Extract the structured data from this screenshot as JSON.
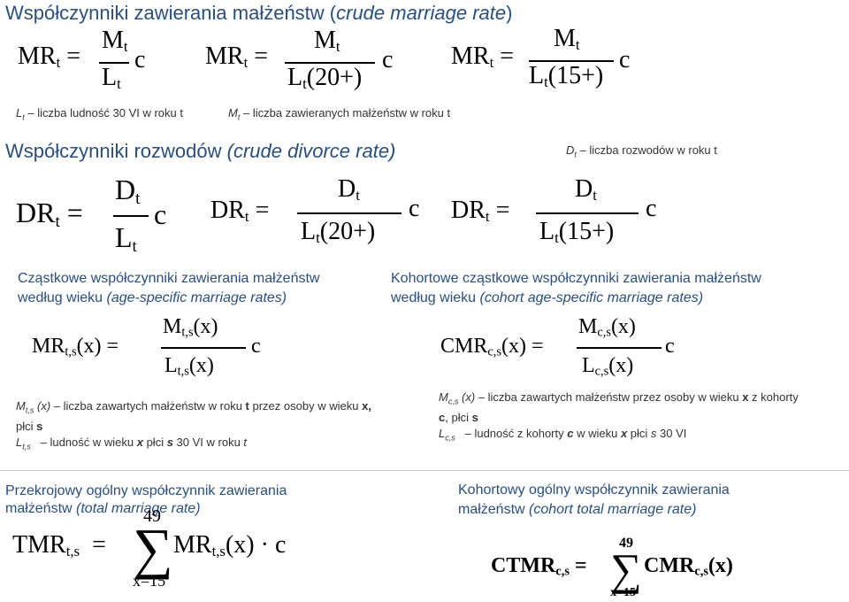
{
  "sections": {
    "marriage_title_plain": "Współczynniki zawierania małżeństw (",
    "marriage_title_italic": "crude marriage rate",
    "marriage_title_end": ")",
    "divorce_title_plain": "Współczynniki rozwodów ",
    "divorce_title_italic": "(crude divorce rate)",
    "age_title_line1": "Cząstkowe współczynniki zawierania małżeństw",
    "age_title_line2_plain": "według wieku ",
    "age_title_line2_italic": "(age-specific marriage rates)",
    "cohort_title_line1": "Kohortowe cząstkowe współczynniki zawierania małżeństw",
    "cohort_title_line2_plain": "według wieku ",
    "cohort_title_line2_italic": "(cohort age-specific marriage rates)",
    "tmr_title_line1": "Przekrojowy ogólny współczynnik zawierania",
    "tmr_title_line2_plain": "małżeństw ",
    "tmr_title_line2_italic": "(total marriage rate)",
    "ctmr_title_line1": "Kohortowy ogólny współczynnik zawierania",
    "ctmr_title_line2_plain": "małżeństw ",
    "ctmr_title_line2_italic": "(cohort total marriage rate)"
  },
  "symbols": {
    "MR": "MR",
    "M": "M",
    "L": "L",
    "DR": "DR",
    "D": "D",
    "CMR": "CMR",
    "TMR": "TMR",
    "CTMR": "CTMR",
    "t": "t",
    "c": "c",
    "ts": "t,s",
    "cs": "c,s",
    "x": "x",
    "eq": "=",
    "mid20": "(20+)",
    "mid15": "(15+)",
    "arg_x": "(x)",
    "sum_top": "49",
    "sum_bot": "x=15",
    "sigma": "∑",
    "dot": "·"
  },
  "legends": {
    "L_desc": "liczba ludność 30 VI w roku t",
    "M_desc": "liczba zawieranych małżeństw w roku t",
    "D_desc": "liczba rozwodów w roku t",
    "Mts_desc_a": "liczba zawartych małżeństw w roku ",
    "Mts_desc_b": " przez osoby w wieku ",
    "Mts_desc_c": "płci ",
    "Lts_desc_a": "ludność w wieku ",
    "Lts_desc_b": " płci ",
    "Lts_desc_c": " 30 VI w roku ",
    "Mcs_desc_a": "liczba zawartych małżeństw przez osoby w wieku ",
    "Mcs_desc_b": " z kohorty",
    "Mcs_desc_c": ", płci ",
    "Lcs_desc_a": "ludność z kohorty ",
    "Lcs_desc_b": " w wieku ",
    "Lcs_desc_c": " płci ",
    "Lcs_desc_d": " 30 VI",
    "dash": "–",
    "x_arg": "(x)",
    "t": "t",
    "s": "s",
    "c": "c",
    "x": "x",
    "x_comma": "x,",
    "c_comma": "c",
    "t_ts": "t,s",
    "c_cs": "c,s"
  }
}
